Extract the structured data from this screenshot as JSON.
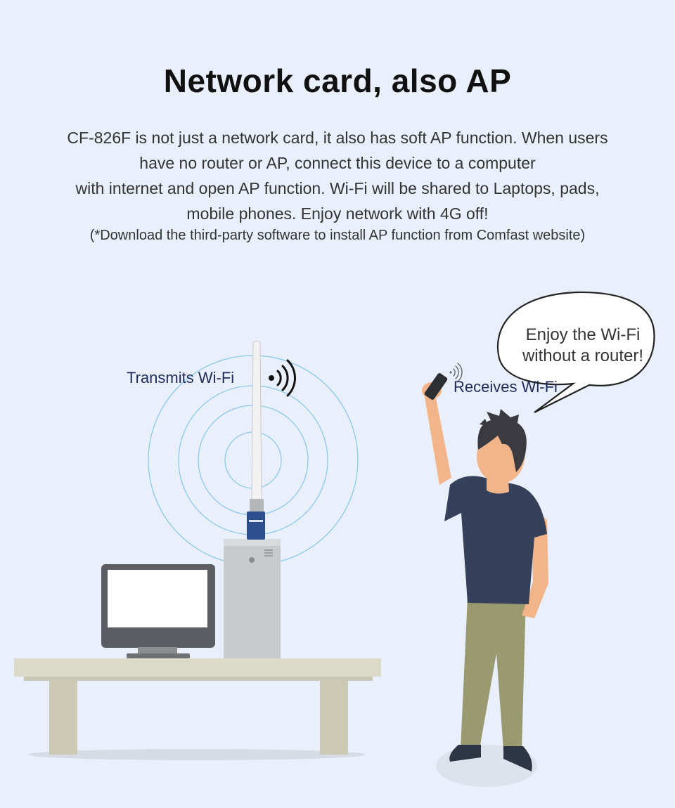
{
  "header": {
    "title": "Network card, also AP"
  },
  "description": {
    "lines": [
      "CF-826F is not just a network card, it also has soft AP function. When users",
      "have no router or AP, connect this device to a computer",
      "with internet and  open AP function. Wi-Fi will be shared to Laptops, pads,",
      "mobile phones. Enjoy network with 4G off!"
    ],
    "note": "(*Download the third-party software to install AP function from Comfast website)"
  },
  "illustration": {
    "transmit_label": "Transmits Wi-Fi",
    "receive_label": "Receives Wi-Fi",
    "bubble_lines": [
      "Enjoy the Wi-Fi",
      "without a router!"
    ],
    "icons": [
      "wifi-signal-icon",
      "small-wifi-icon"
    ],
    "colors": {
      "background": "#eaf0fb",
      "signal_rings": "#8cc8ea",
      "adapter": "#2b4f8e",
      "tower": "#c7c9cc",
      "table": "#d6d4c2",
      "shirt": "#35405a",
      "pants": "#9a9a70",
      "skin": "#f2b489"
    }
  }
}
